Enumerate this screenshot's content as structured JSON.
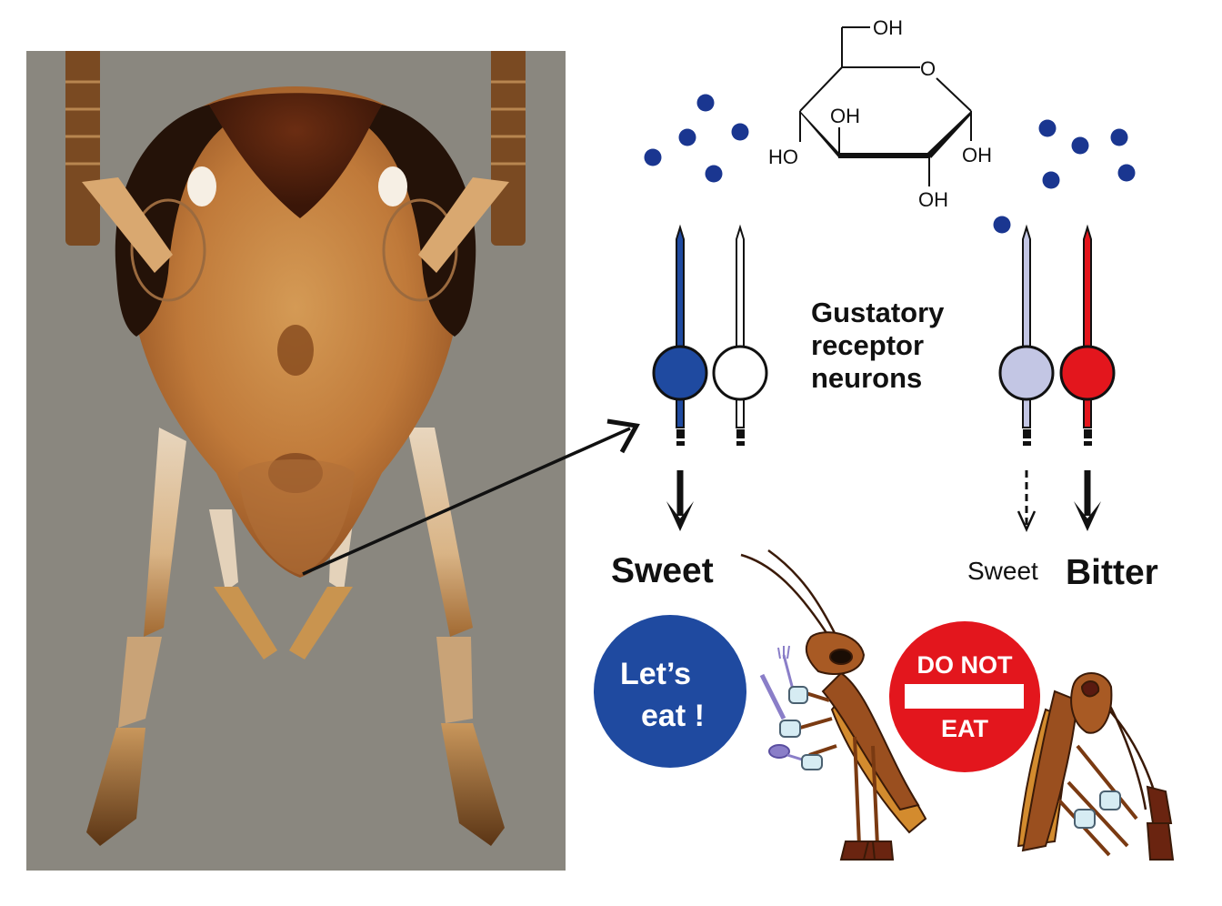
{
  "figure": {
    "photo": {
      "subject": "cockroach head close-up (mouthparts with maxillary and labial palps)",
      "background_color": "#8a877f"
    },
    "molecule": {
      "name": "glucose",
      "labels": {
        "top_oh": "OH",
        "ring_o": "O",
        "inner_oh": "OH",
        "left_ho": "HO",
        "right_oh": "OH",
        "bottom_oh": "OH"
      }
    },
    "sugar_dot_color": "#1a3690",
    "neurons_label": "Gustatory\nreceptor\nneurons",
    "neurons": [
      {
        "name": "sweet-receptor-neuron-active",
        "fill": "#1f4aa0",
        "group": "left",
        "output": "strong"
      },
      {
        "name": "bitter-receptor-neuron-inactive",
        "fill": "#ffffff",
        "group": "left",
        "output": "none"
      },
      {
        "name": "sweet-receptor-neuron-weak",
        "fill": "#c3c6e4",
        "group": "right",
        "output": "weak"
      },
      {
        "name": "bitter-receptor-neuron-active",
        "fill": "#e3161d",
        "group": "right",
        "output": "strong"
      }
    ],
    "outcomes": {
      "left": {
        "taste_label": "Sweet",
        "sign": {
          "line1": "Let’s",
          "line2": "eat !",
          "color": "#1f4aa0"
        }
      },
      "right": {
        "weak_taste_label": "Sweet",
        "taste_label": "Bitter",
        "sign": {
          "line1": "DO NOT",
          "line2": "EAT",
          "color": "#e3161d"
        }
      }
    },
    "cartoons": {
      "happy": "cockroach holding fork, knife and spoon",
      "sad": "cockroach hunched over, disappointed"
    }
  }
}
